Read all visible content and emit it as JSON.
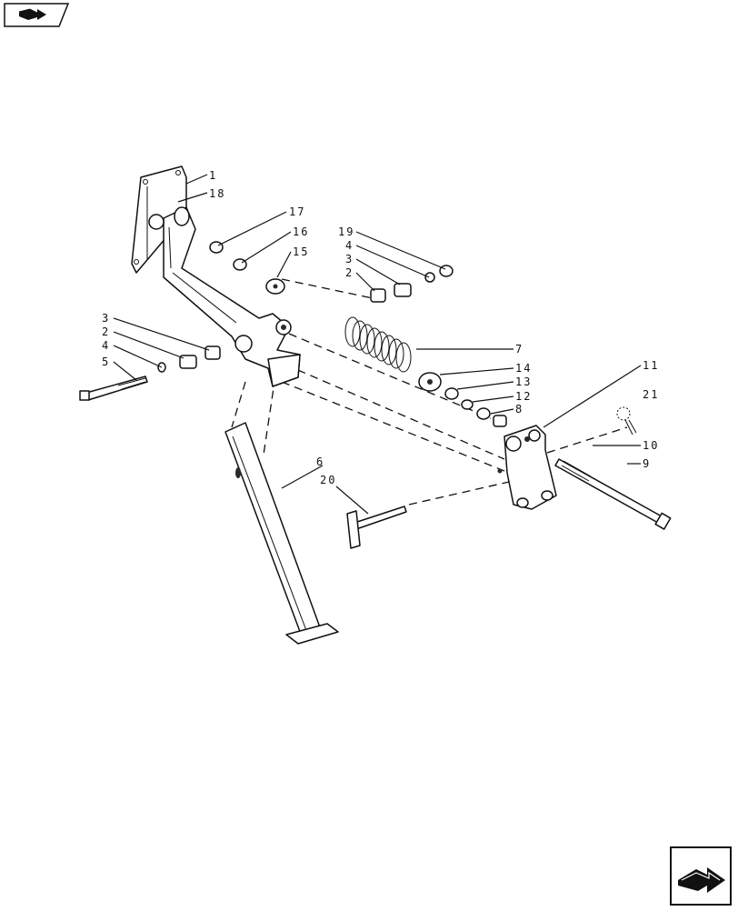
{
  "navigation": {
    "prev_icon": "page-back-arrow-icon",
    "next_icon": "page-forward-arrow-icon"
  },
  "callouts": [
    "1",
    "18",
    "17",
    "16",
    "15",
    "19",
    "4",
    "3",
    "2",
    "3",
    "2",
    "4",
    "5",
    "7",
    "14",
    "13",
    "12",
    "8",
    "11",
    "21",
    "10",
    "9",
    "6",
    "20"
  ]
}
